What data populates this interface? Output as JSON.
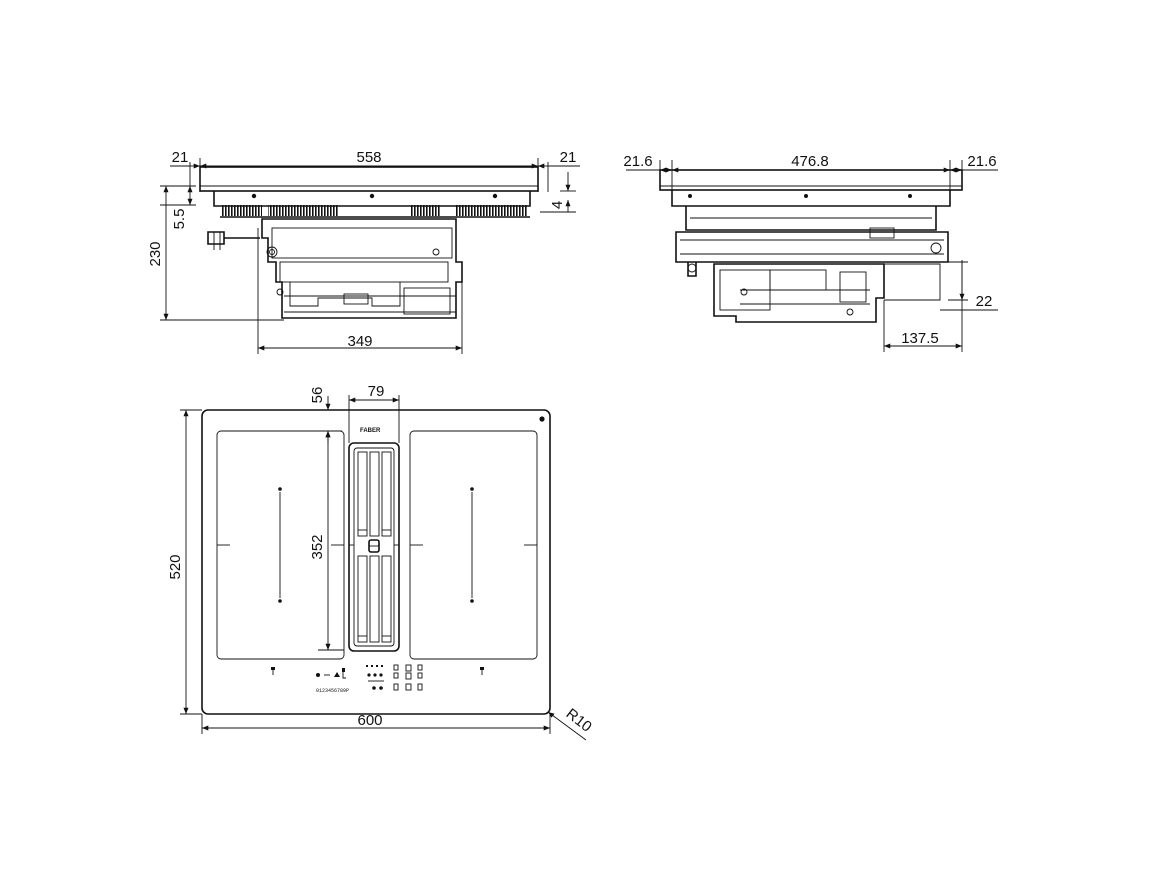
{
  "views": {
    "front_elevation": {
      "dims": {
        "left_overhang": "21",
        "top_width": "558",
        "right_overhang": "21",
        "glass_thickness": "4",
        "left_small": "5.5",
        "total_height": "230",
        "body_width": "349"
      }
    },
    "side_elevation": {
      "dims": {
        "left_overhang": "21.6",
        "top_width": "476.8",
        "right_overhang": "21.6",
        "offset_bottom": "22",
        "rear_depth": "137.5"
      }
    },
    "plan_view": {
      "brand": "FABER",
      "control_digits": "0123456789P",
      "dims": {
        "top_margin": "56",
        "vent_width": "79",
        "zone_length": "352",
        "total_depth": "520",
        "total_width": "600",
        "corner_radius": "R10"
      }
    }
  }
}
